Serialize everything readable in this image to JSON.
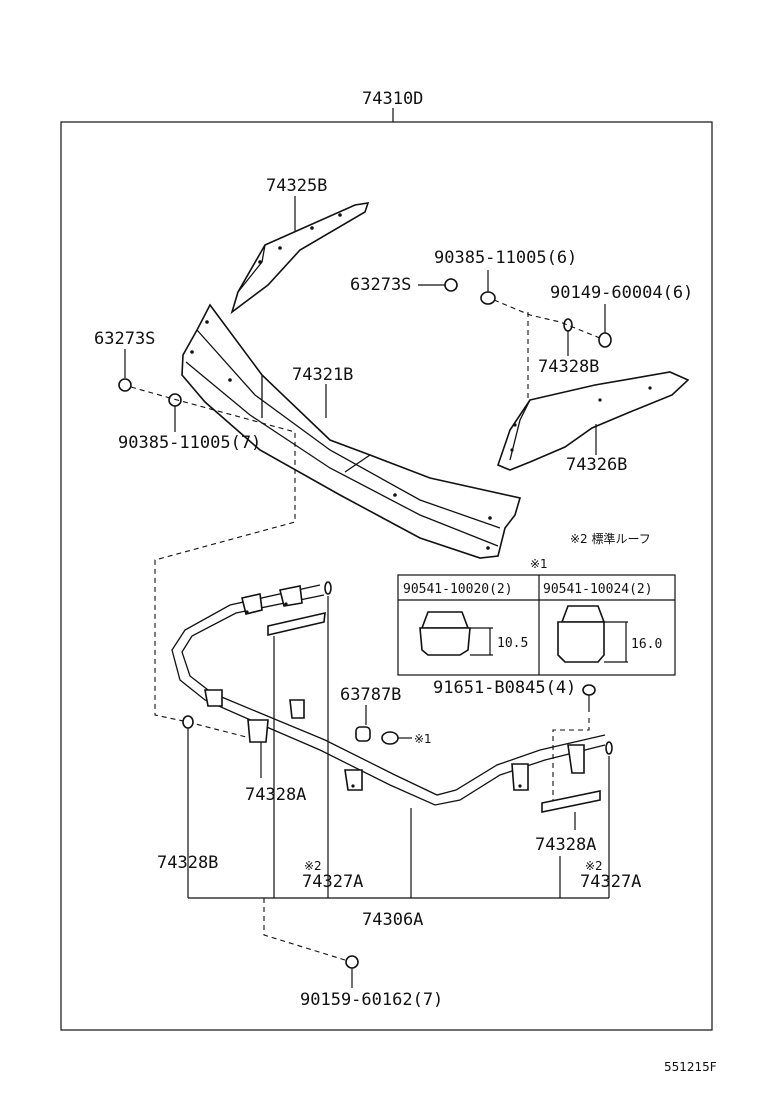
{
  "assembly_label": "74310D",
  "footer_code": "551215F",
  "note_legend": "※2 標準ルーフ",
  "note1_marker": "※1",
  "note1_ref": "※1",
  "note2_markers": [
    "※2",
    "※2"
  ],
  "parts": {
    "p74325B": "74325B",
    "p90385_6": "90385-11005(6)",
    "p63273S_right": "63273S",
    "p90149": "90149-60004(6)",
    "p63273S_left": "63273S",
    "p74321B": "74321B",
    "p74328B_top": "74328B",
    "p90385_7": "90385-11005(7)",
    "p74326B": "74326B",
    "p91651": "91651-B0845(4)",
    "p63787B": "63787B",
    "p74328A_left": "74328A",
    "p74328B_bottom": "74328B",
    "p74327A_left": "74327A",
    "p74306A": "74306A",
    "p74328A_right": "74328A",
    "p74327A_right": "74327A",
    "p90159": "90159-60162(7)"
  },
  "inset_table": {
    "col1_header": "90541-10020(2)",
    "col2_header": "90541-10024(2)",
    "col1_dim": "10.5",
    "col2_dim": "16.0"
  }
}
